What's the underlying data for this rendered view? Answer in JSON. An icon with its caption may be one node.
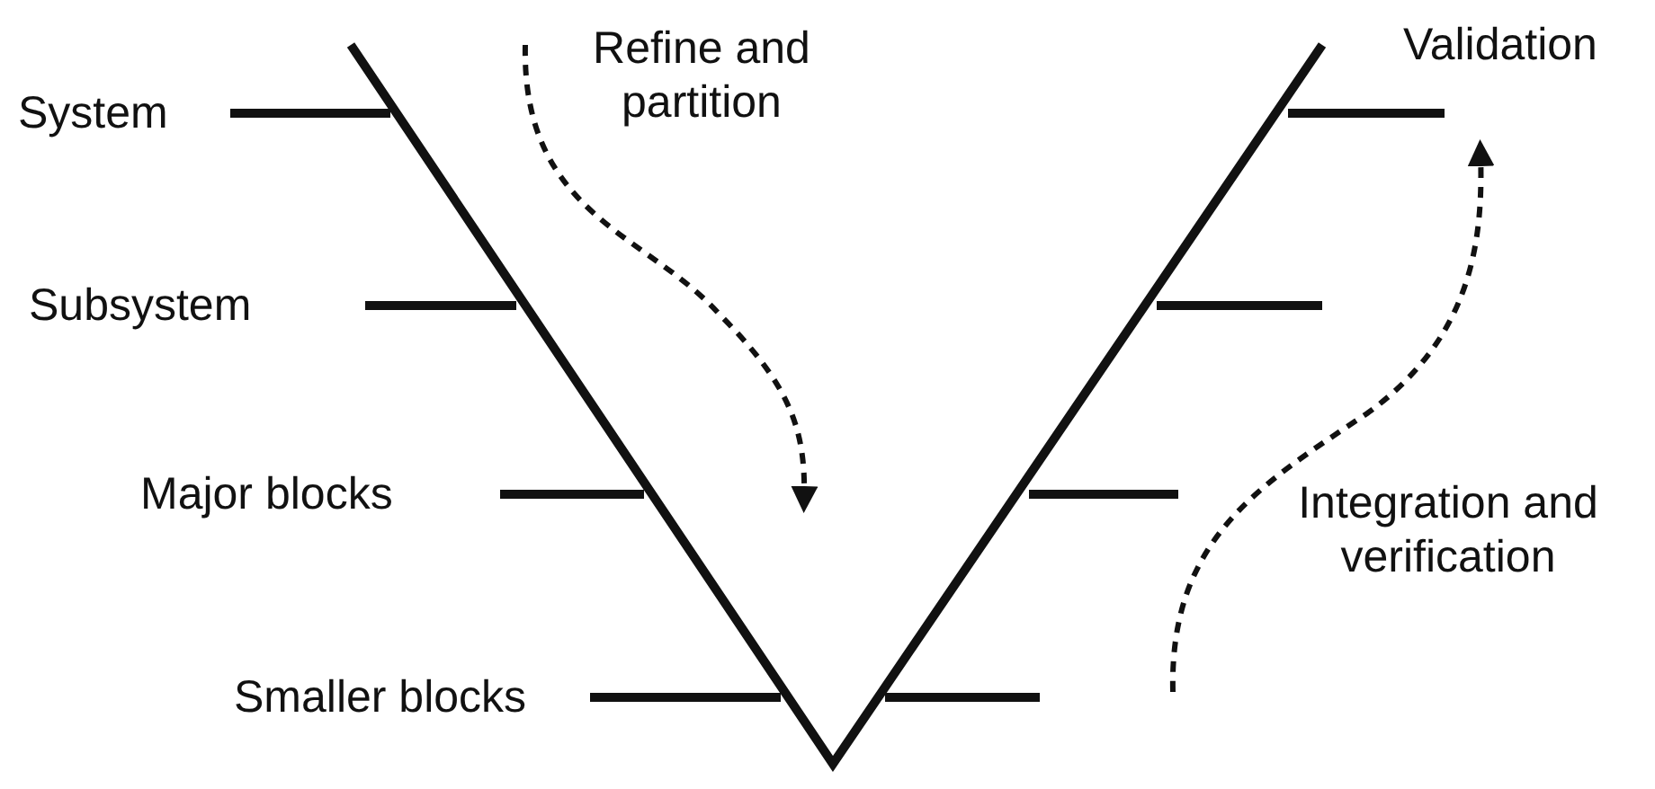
{
  "diagram": {
    "labels": [
      "System",
      "Refine and partition",
      "Validation",
      "Subsystem",
      "Major blocks",
      "Integration and verification",
      "Smaller blocks"
    ]
  }
}
